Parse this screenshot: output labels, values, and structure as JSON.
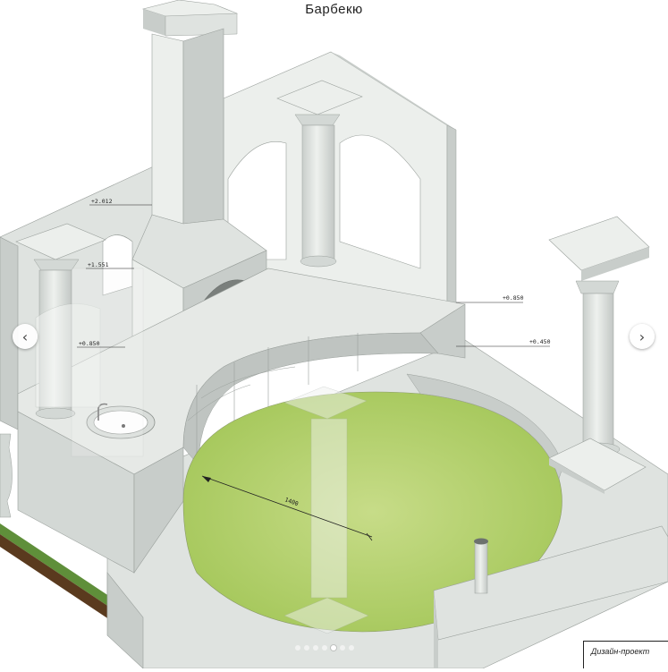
{
  "title": "Барбекю",
  "annotations": {
    "level_2012": "+2.012",
    "level_1551": "+1.551",
    "level_0850_left": "+0.850",
    "level_0850_right": "+0.850",
    "level_0450": "+0.450",
    "dimension_1400": "1400"
  },
  "carousel": {
    "prev_label": "‹",
    "next_label": "›",
    "dot_count": 7,
    "active_dot": 4
  },
  "stamp": {
    "text": "Дизайн-проект"
  },
  "colors": {
    "stone": "#dfe3e0",
    "stone_dark": "#c8cdca",
    "stone_light": "#ecefec",
    "lawn": "#b2cf6c",
    "soil": "#5a3a1e",
    "grass": "#5f8f3a"
  }
}
